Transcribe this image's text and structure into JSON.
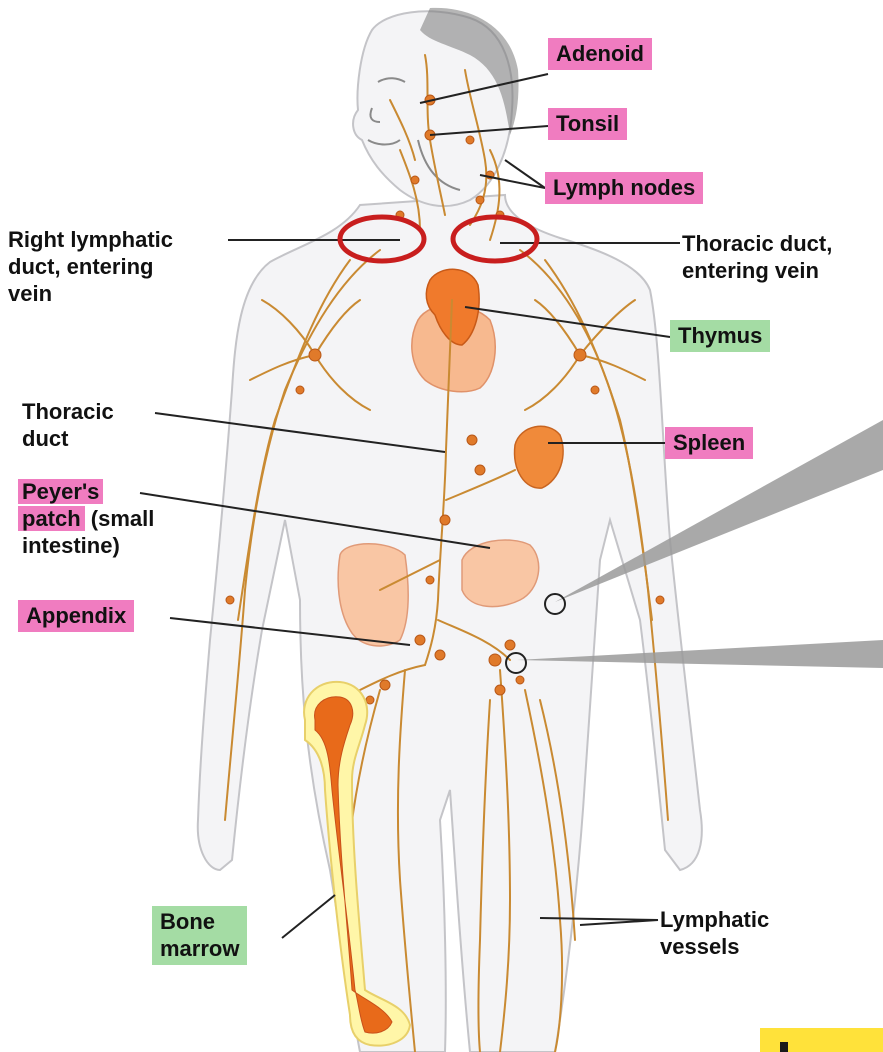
{
  "labels": {
    "adenoid": "Adenoid",
    "tonsil": "Tonsil",
    "lymph_nodes": "Lymph nodes",
    "right_lymphatic_duct": [
      "Right lymphatic",
      "duct, entering",
      "vein"
    ],
    "thoracic_duct_vein": [
      "Thoracic duct,",
      "entering vein"
    ],
    "thymus": "Thymus",
    "thoracic_duct": [
      "Thoracic",
      "duct"
    ],
    "spleen": "Spleen",
    "peyers_patch": {
      "l1": "Peyer's",
      "l2a": "patch",
      "l2b": " (small",
      "l3": "intestine)"
    },
    "appendix": "Appendix",
    "bone_marrow": [
      "Bone",
      "marrow"
    ],
    "lymphatic_vessels": [
      "Lymphatic",
      "vessels"
    ]
  },
  "colors": {
    "pink_label": "#f07cc0",
    "green_label": "#a4dca4",
    "lymph": "#c98a32",
    "organ": "#f08a3a",
    "body_fill": "#f4f4f6",
    "body_outline": "#c8c8cc",
    "highlight_circle": "#c81e1e",
    "bone_outer": "#fff6a8",
    "bone_inner": "#e86a1a"
  }
}
